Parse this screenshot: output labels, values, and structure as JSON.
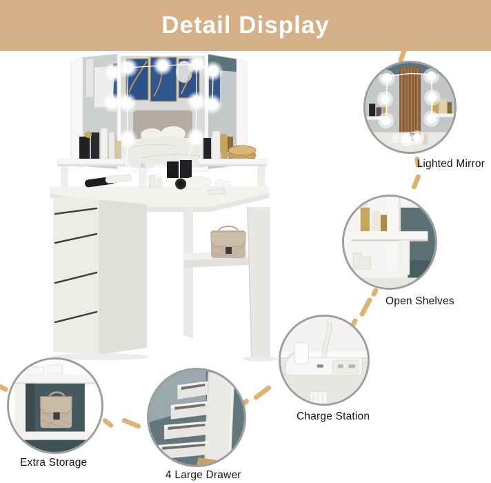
{
  "header": {
    "title": "Detail Display"
  },
  "callouts": [
    {
      "id": "lighted-mirror",
      "label": "Lighted Mirror"
    },
    {
      "id": "open-shelves",
      "label": "Open Shelves"
    },
    {
      "id": "charge-station",
      "label": "Charge Station"
    },
    {
      "id": "extra-storage",
      "label": "Extra Storage"
    },
    {
      "id": "four-large-drawer",
      "label": "4 Large Drawer"
    }
  ],
  "colors": {
    "banner_bg": "#d6b086",
    "banner_text": "#ffffff",
    "connector_dash": "#dfb273",
    "circle_border": "#9d9d9d",
    "label_text": "#141414",
    "teal_accent": "#5c7176",
    "fluted_wood_accent": "#8a5f38",
    "bag_tan": "#c6b7a4"
  }
}
